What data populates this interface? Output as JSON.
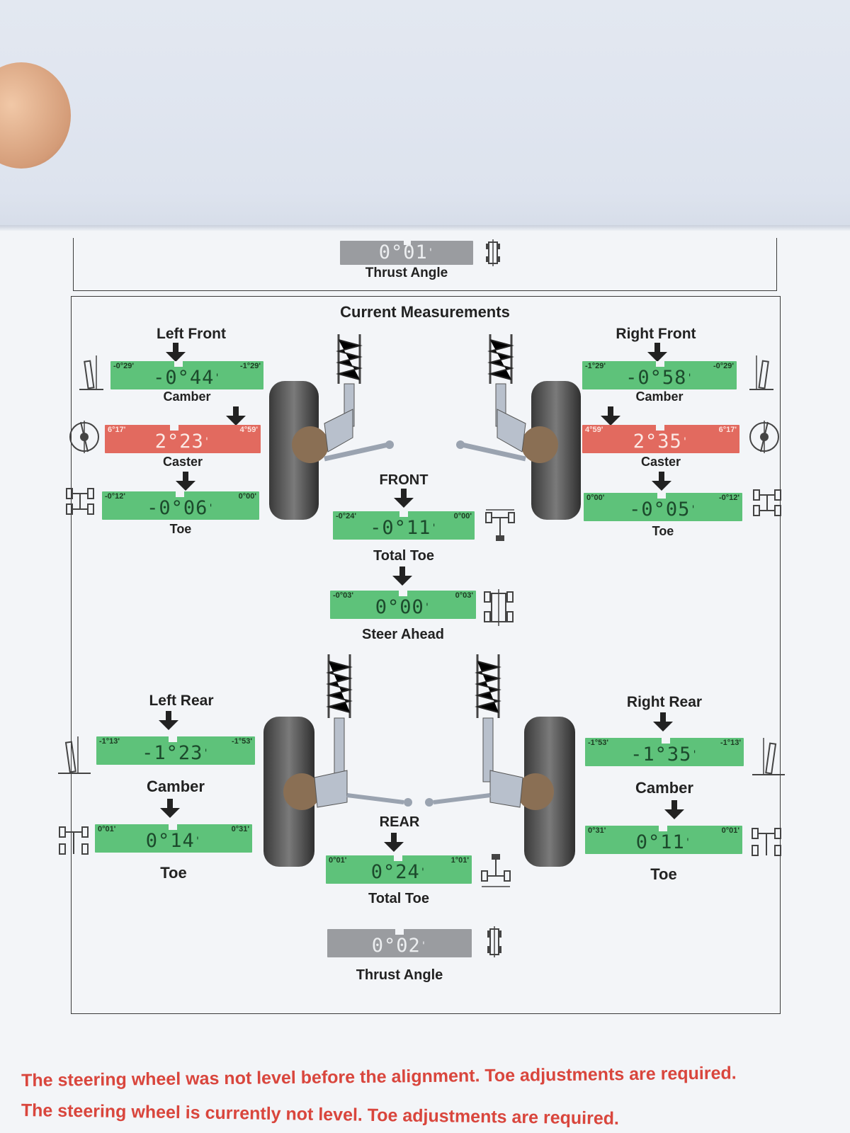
{
  "header": {
    "thrust_angle": {
      "value": "0°01",
      "unit_mark": "'",
      "label": "Thrust Angle"
    }
  },
  "section_title": "Current Measurements",
  "front": {
    "axle_label": "FRONT",
    "left": {
      "title": "Left Front",
      "camber": {
        "min": "-0°29'",
        "max": "-1°29'",
        "value": "-0°44",
        "unit_mark": "'",
        "label": "Camber"
      },
      "caster": {
        "min": "6°17'",
        "max": "4°59'",
        "value": "2°23",
        "unit_mark": "'",
        "label": "Caster"
      },
      "toe": {
        "min": "-0°12'",
        "max": "0°00'",
        "value": "-0°06",
        "unit_mark": "'",
        "label": "Toe"
      }
    },
    "right": {
      "title": "Right Front",
      "camber": {
        "min": "-1°29'",
        "max": "-0°29'",
        "value": "-0°58",
        "unit_mark": "'",
        "label": "Camber"
      },
      "caster": {
        "min": "4°59'",
        "max": "6°17'",
        "value": "2°35",
        "unit_mark": "'",
        "label": "Caster"
      },
      "toe": {
        "min": "0°00'",
        "max": "-0°12'",
        "value": "-0°05",
        "unit_mark": "'",
        "label": "Toe"
      }
    },
    "total_toe": {
      "min": "-0°24'",
      "max": "0°00'",
      "value": "-0°11",
      "unit_mark": "'",
      "label": "Total Toe"
    },
    "steer_ahead": {
      "min": "-0°03'",
      "max": "0°03'",
      "value": "0°00",
      "unit_mark": "'",
      "label": "Steer Ahead"
    }
  },
  "rear": {
    "axle_label": "REAR",
    "left": {
      "title": "Left Rear",
      "camber": {
        "min": "-1°13'",
        "max": "-1°53'",
        "value": "-1°23",
        "unit_mark": "'",
        "label": "Camber"
      },
      "toe": {
        "min": "0°01'",
        "max": "0°31'",
        "value": "0°14",
        "unit_mark": "'",
        "label": "Toe"
      }
    },
    "right": {
      "title": "Right Rear",
      "camber": {
        "min": "-1°53'",
        "max": "-1°13'",
        "value": "-1°35",
        "unit_mark": "'",
        "label": "Camber"
      },
      "toe": {
        "min": "0°31'",
        "max": "0°01'",
        "value": "0°11",
        "unit_mark": "'",
        "label": "Toe"
      }
    },
    "total_toe": {
      "min": "0°01'",
      "max": "1°01'",
      "value": "0°24",
      "unit_mark": "'",
      "label": "Total Toe"
    },
    "thrust_angle": {
      "value": "0°02",
      "unit_mark": "'",
      "label": "Thrust Angle"
    }
  },
  "disclaimer": {
    "line1": "The steering wheel was not level before the alignment.  Toe adjustments are required.",
    "line2": "The steering wheel is currently not level.  Toe adjustments are required."
  },
  "colors": {
    "in_spec": "#5ec27a",
    "out_of_spec": "#e26a5f",
    "info": "#9a9ca0",
    "warning_text": "#d9463d"
  }
}
